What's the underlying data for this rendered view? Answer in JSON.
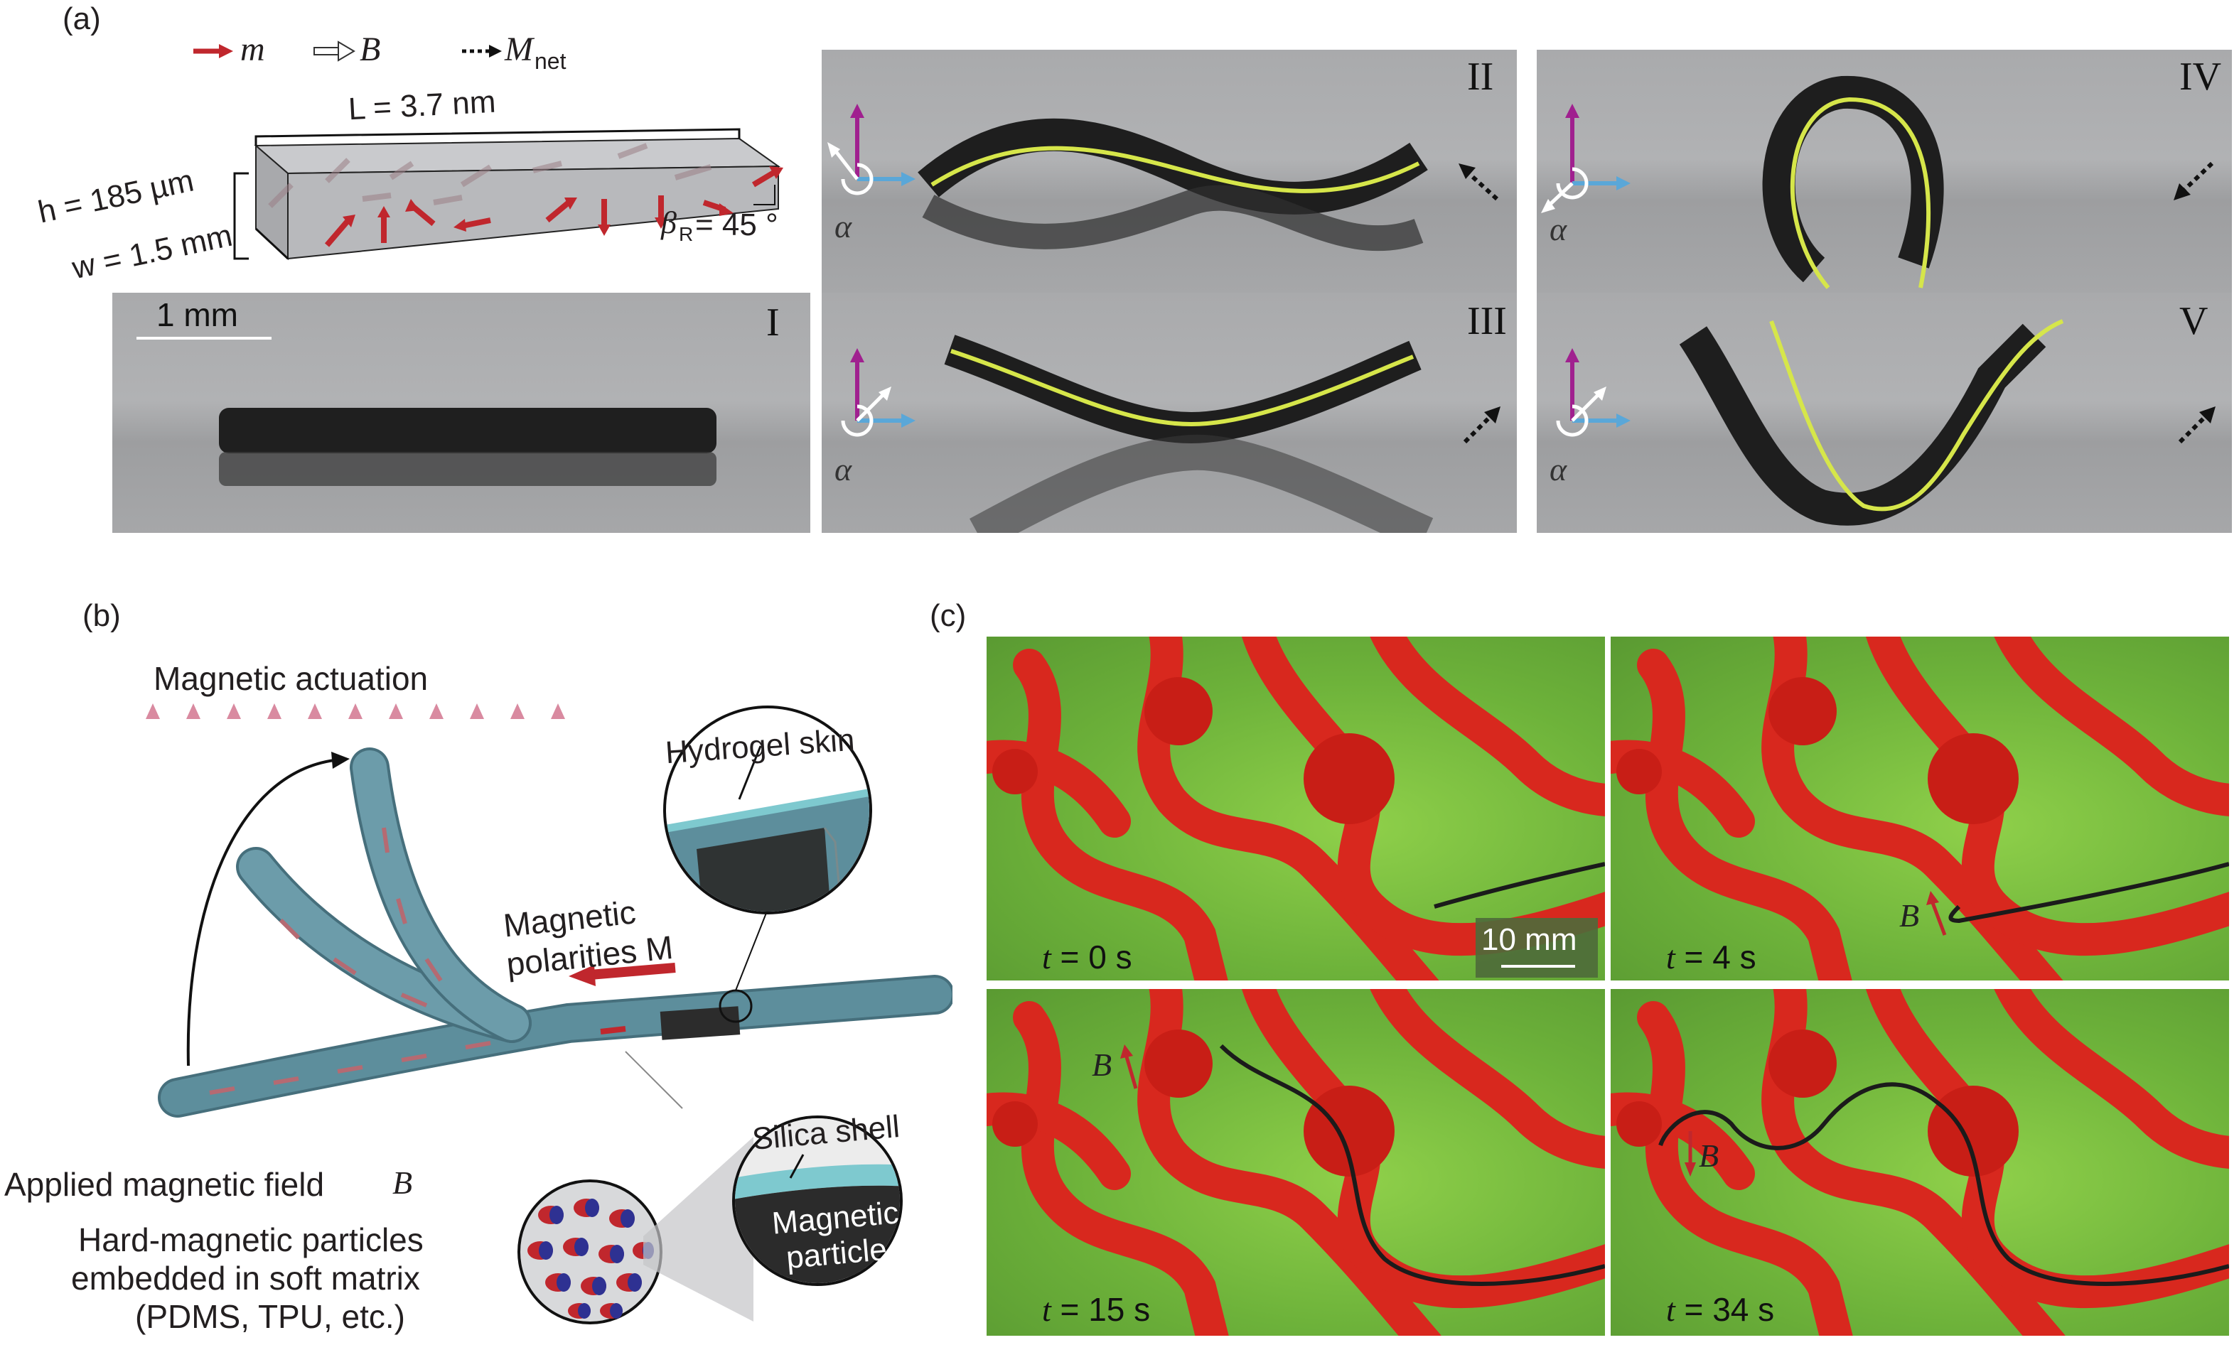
{
  "panel_labels": {
    "a": "(a)",
    "b": "(b)",
    "c": "(c)"
  },
  "panel_a": {
    "legend": {
      "m": "m",
      "B": "B",
      "M": "M",
      "net": "net"
    },
    "dims": {
      "L": "L = 3.7 nm",
      "h": "h = 185 µm",
      "w": "w = 1.5 mm",
      "beta": "β",
      "beta_sub": "R",
      "beta_val": "= 45 °"
    },
    "scale_bar": "1 mm",
    "frames": [
      "I",
      "II",
      "III",
      "IV",
      "V"
    ],
    "alpha": "α",
    "colors": {
      "m_arrow": "#c0272d",
      "fit_curve": "#d6e64a",
      "strip": "#1e1e1e",
      "axis_up": "#a0208f",
      "axis_right": "#5aa7d8"
    }
  },
  "panel_b": {
    "actuation": "Magnetic actuation",
    "polarities_1": "Magnetic",
    "polarities_2": "polarities M",
    "hydrogel": "Hydrogel skin",
    "silica": "Silica shell",
    "particle_1": "Magnetic",
    "particle_2": "particle",
    "field_label": "Applied magnetic field",
    "field_symbol": "B",
    "particles_1": "Hard-magnetic particles",
    "particles_2": "embedded in soft matrix",
    "particles_3": "(PDMS, TPU, etc.)",
    "colors": {
      "rod": "#5d8e9c",
      "field_top": "#d98aa0",
      "field_bottom": "#7fb3d8",
      "arrow": "#c0272d"
    }
  },
  "panel_c": {
    "frames": [
      {
        "t": "t",
        "val": " = 0 s",
        "B": ""
      },
      {
        "t": "t",
        "val": " = 4 s",
        "B": "B"
      },
      {
        "t": "t",
        "val": " = 15 s",
        "B": "B"
      },
      {
        "t": "t",
        "val": " = 34 s",
        "B": "B"
      }
    ],
    "scale_bar": "10 mm",
    "colors": {
      "background": "#6db23a",
      "vessel": "#d8281e",
      "wire": "#1b1b1b"
    }
  }
}
